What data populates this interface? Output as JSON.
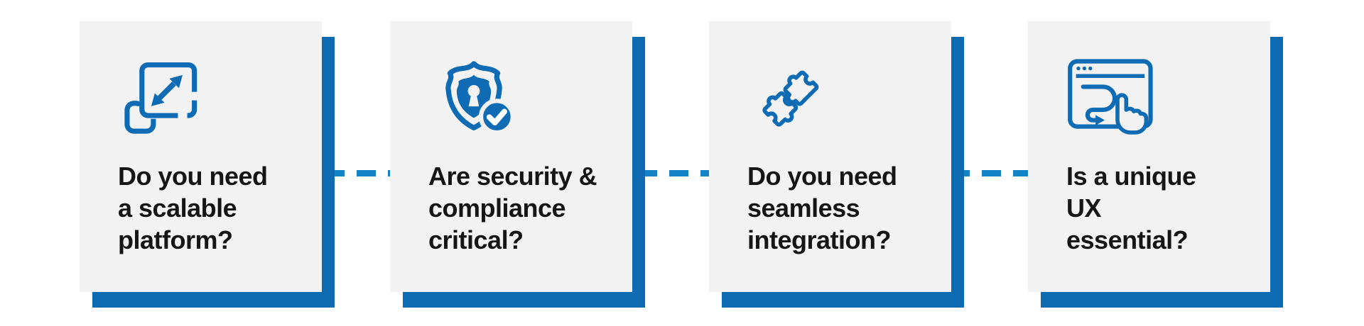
{
  "infographic": {
    "type": "question-cards-strip",
    "connector_style": "dashed-line",
    "colors": {
      "background": "#FFFFFF",
      "card_background": "#F2F2F2",
      "brand_blue": "#0F6CB4",
      "shadow_blue": "#0E6BB2",
      "dash_blue": "#1583C7",
      "text": "#161616"
    },
    "cards": [
      {
        "id": "scalable-platform",
        "icon": "scale-expand-icon",
        "question": "Do you need\na scalable\nplatform?"
      },
      {
        "id": "security-compliance",
        "icon": "shield-check-icon",
        "question": "Are security &\ncompliance\ncritical?"
      },
      {
        "id": "seamless-integration",
        "icon": "puzzle-pieces-icon",
        "question": "Do you need\nseamless\nintegration?"
      },
      {
        "id": "unique-ux",
        "icon": "ux-flow-pointer-icon",
        "question": "Is a unique\nUX\nessential?"
      }
    ]
  }
}
